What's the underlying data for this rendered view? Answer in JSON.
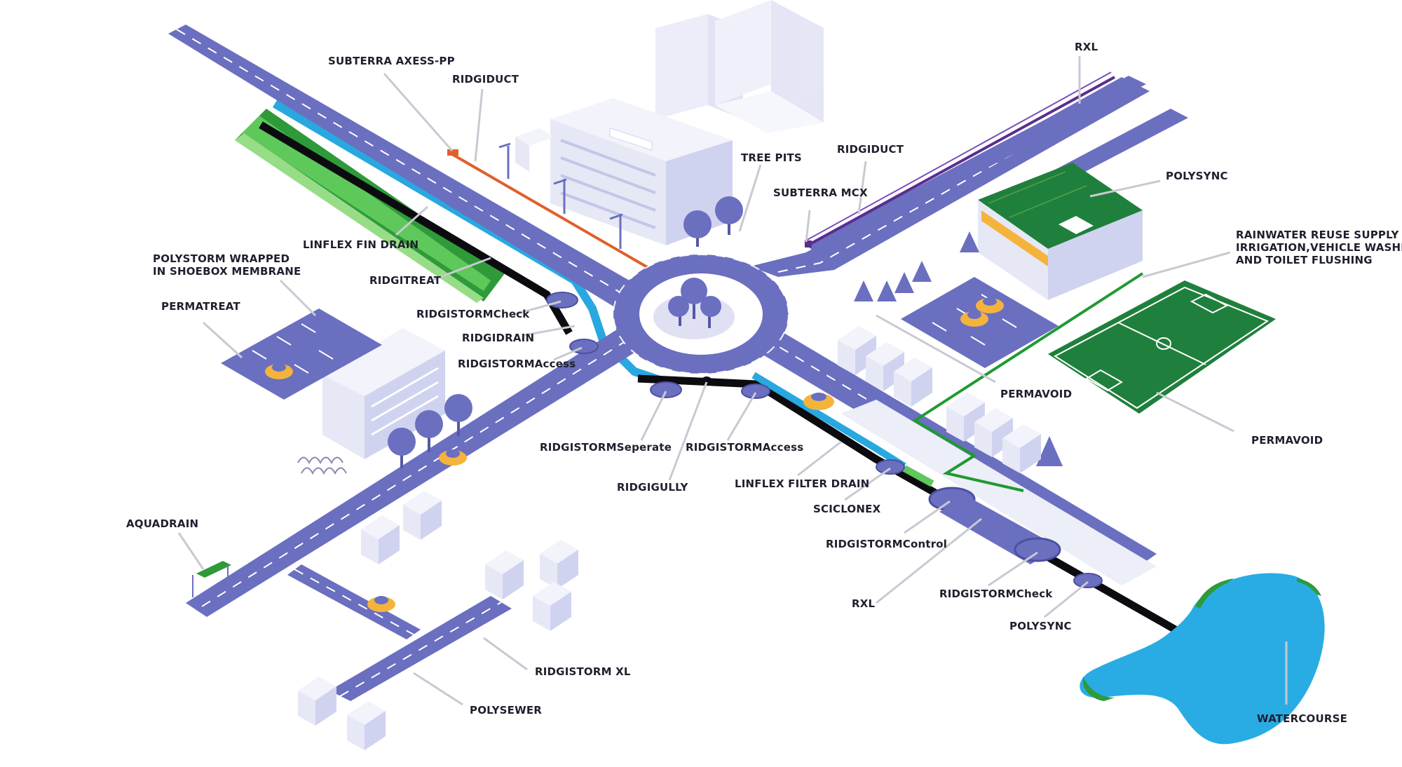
{
  "colors": {
    "road": "#6b6fc0",
    "road_dark": "#5458a6",
    "blue_channel": "#29a8e0",
    "black_pipe": "#0c0c10",
    "green_strip": "#2f9a3a",
    "orange_duct": "#e0602a",
    "purple_duct": "#5a2d8f",
    "green_pipe": "#1f9a33",
    "building": "#e6e8f5",
    "watercourse": "#29ace3",
    "pitch": "#1f7f3c",
    "car": "#f4b43c"
  },
  "labels": {
    "subterra_axess_pp": "SUBTERRA AXESS-PP",
    "ridgiduct_left": "RIDGIDUCT",
    "tree_pits": "TREE PITS",
    "ridgiduct_right": "RIDGIDUCT",
    "rxl_top": "RXL",
    "subterra_mcx": "SUBTERRA MCX",
    "polysync_roof": "POLYSYNC",
    "rainwater_reuse_1": "RAINWATER REUSE SUPPLY FOR",
    "rainwater_reuse_2": "IRRIGATION,VEHICLE WASHDOWN",
    "rainwater_reuse_3": "AND TOILET FLUSHING",
    "linflex_fin_drain": "LINFLEX FIN DRAIN",
    "polystorm_wrapped_1": "POLYSTORM WRAPPED",
    "polystorm_wrapped_2": "IN SHOEBOX MEMBRANE",
    "ridgitreat": "RIDGITREAT",
    "permatreat": "PERMATREAT",
    "ridgistormcheck_left": "RIDGISTORMCheck",
    "ridgidrain": "RIDGIDRAIN",
    "ridgistormaccess_left": "RIDGISTORMAccess",
    "permavoid_center": "PERMAVOID",
    "permavoid_pitch": "PERMAVOID",
    "ridgistormseperate": "RIDGISTORMSeperate",
    "ridgistormaccess_center": "RIDGISTORMAccess",
    "ridgigully": "RIDGIGULLY",
    "linflex_filter_drain": "LINFLEX FILTER DRAIN",
    "sciclonex": "SCICLONEX",
    "ridgistormcontrol": "RIDGISTORMControl",
    "aquadrain": "AQUADRAIN",
    "rxl_bottom": "RXL",
    "ridgistormcheck_right": "RIDGISTORMCheck",
    "polysync_bottom": "POLYSYNC",
    "ridgistorm_xl": "RIDGISTORM XL",
    "polysewer": "POLYSEWER",
    "watercourse": "WATERCOURSE"
  }
}
